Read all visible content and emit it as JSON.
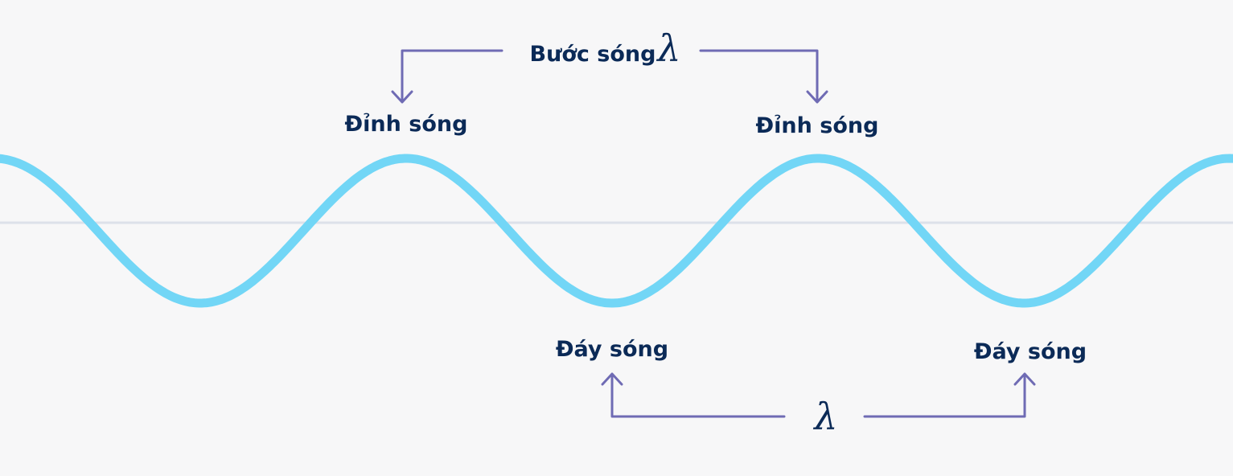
{
  "diagram": {
    "top_label": "Bước sóng",
    "top_symbol": "λ",
    "bottom_symbol": "λ",
    "crest_labels": [
      "Đỉnh sóng",
      "Đỉnh sóng"
    ],
    "trough_labels": [
      "Đáy sóng",
      "Đáy sóng"
    ],
    "colors": {
      "background": "#f7f7f8",
      "wave": "#72d6f6",
      "axis": "#dde1ea",
      "arrows": "#6f6bb4",
      "text": "#0b2a57"
    }
  }
}
